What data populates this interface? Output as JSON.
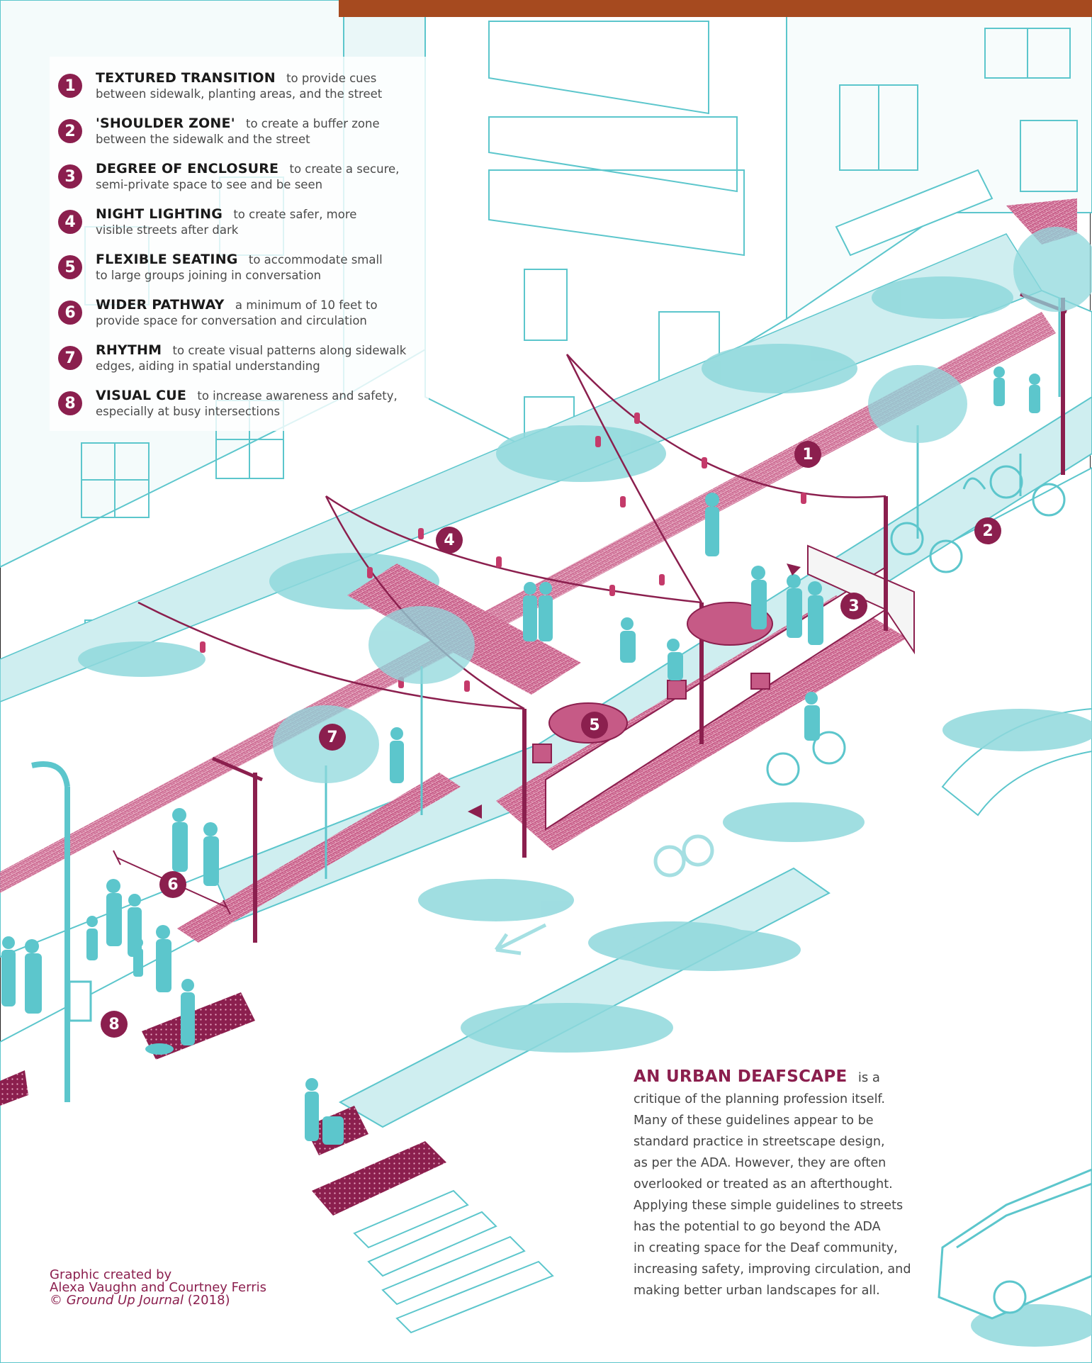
{
  "legend": {
    "items": [
      {
        "num": "1",
        "title": "TEXTURED TRANSITION",
        "desc1": "to provide cues",
        "desc2": "between sidewalk, planting areas, and the street"
      },
      {
        "num": "2",
        "title": "'SHOULDER ZONE'",
        "desc1": "to create a buffer zone",
        "desc2": "between the sidewalk and the street"
      },
      {
        "num": "3",
        "title": "DEGREE OF ENCLOSURE",
        "desc1": "to create a secure,",
        "desc2": "semi-private space to see and be seen"
      },
      {
        "num": "4",
        "title": "NIGHT LIGHTING",
        "desc1": "to create safer, more",
        "desc2": "visible streets after dark"
      },
      {
        "num": "5",
        "title": "FLEXIBLE SEATING",
        "desc1": "to accommodate small",
        "desc2": "to large groups joining in conversation"
      },
      {
        "num": "6",
        "title": "WIDER PATHWAY",
        "desc1": "a minimum of 10 feet to",
        "desc2": "provide space for conversation and circulation"
      },
      {
        "num": "7",
        "title": "RHYTHM",
        "desc1": "to create visual patterns along sidewalk",
        "desc2": "edges, aiding in spatial understanding"
      },
      {
        "num": "8",
        "title": "VISUAL CUE",
        "desc1": "to increase awareness and safety,",
        "desc2": "especially at busy intersections"
      }
    ]
  },
  "markers": [
    "1",
    "2",
    "3",
    "4",
    "5",
    "6",
    "7",
    "8"
  ],
  "essay": {
    "title": "AN URBAN DEAFSCAPE",
    "lead": "is a",
    "lines": [
      "critique of the planning profession itself.",
      "Many of these guidelines appear to be",
      "standard practice in streetscape design,",
      "as per the ADA. However, they are often",
      "overlooked or treated as an afterthought.",
      "Applying these simple guidelines to streets",
      "has the potential to go beyond the ADA",
      "in creating space for the Deaf community,",
      "increasing safety, improving circulation, and",
      "making better urban landscapes for all."
    ]
  },
  "credit": {
    "line1": "Graphic created by",
    "line2": "Alexa Vaughn and Courtney Ferris",
    "copyright": "©",
    "publication": "Ground Up Journal",
    "year": "(2018)"
  },
  "colors": {
    "teal": "#5cc6cc",
    "teal_light": "#d9f1f2",
    "magenta": "#8b1f4e",
    "brick": "#c43a6a",
    "top_bar": "#a64a1f"
  }
}
